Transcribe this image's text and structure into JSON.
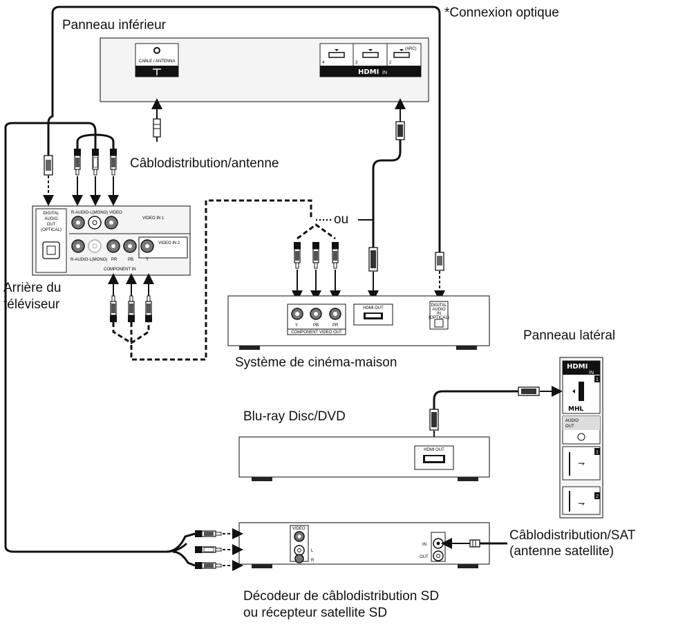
{
  "labels": {
    "bottom_panel": "Panneau inférieur",
    "optical_note": "*Connexion optique",
    "cable_antenna": "Câblodistribution/antenne",
    "ou": "ou",
    "tv_rear_1": "Arrière du",
    "tv_rear_2": "téléviseur",
    "home_theater": "Système de cinéma-maison",
    "side_panel": "Panneau latéral",
    "bluray": "Blu-ray Disc/DVD",
    "cable_sat_1": "Câblodistribution/SAT",
    "cable_sat_2": "(antenne satellite)",
    "decoder_1": "Décodeur de câblodistribution SD",
    "decoder_2": "ou récepteur satellite SD"
  },
  "ports": {
    "cable_antenna": "CABLE / ANTENNA",
    "hdmi_logo": "HDMI",
    "hdmi_in": "IN",
    "arc": "(ARC)",
    "hdmi_nums": [
      "4",
      "3",
      "2"
    ],
    "digital_audio_out": [
      "DIGITAL",
      "AUDIO",
      "OUT",
      "(OPTICAL)"
    ],
    "r_audio_l_video": "R-AUDIO-L(MONO) VIDEO",
    "video_in_1": "VIDEO IN 1",
    "video_in_2": "VIDEO IN 2",
    "r_audio_l_2": "R-AUDIO-L(MONO)",
    "pr": "PR",
    "pb": "PB",
    "y": "Y",
    "component_in": "COMPONENT IN",
    "ht_y": "Y",
    "ht_pb": "PB",
    "ht_pr": "PR",
    "component_video_out": "COMPONENT VIDEO OUT",
    "hdmi_out": "HDMI OUT",
    "ht_optical": [
      "DIGITAL",
      "AUDIO",
      "IN",
      "(OPTICAL)"
    ],
    "side_hdmi": "HDMI",
    "side_in": "IN",
    "side_mhl": "MHL",
    "side_audio_out": [
      "AUDIO",
      "OUT"
    ],
    "side_nums": [
      "1",
      "1",
      "2"
    ],
    "bd_hdmi_out": "HDMI OUT",
    "dec_video": "VIDEO",
    "dec_l": "L",
    "dec_r": "R",
    "dec_in": "IN",
    "dec_out": "OUT"
  }
}
